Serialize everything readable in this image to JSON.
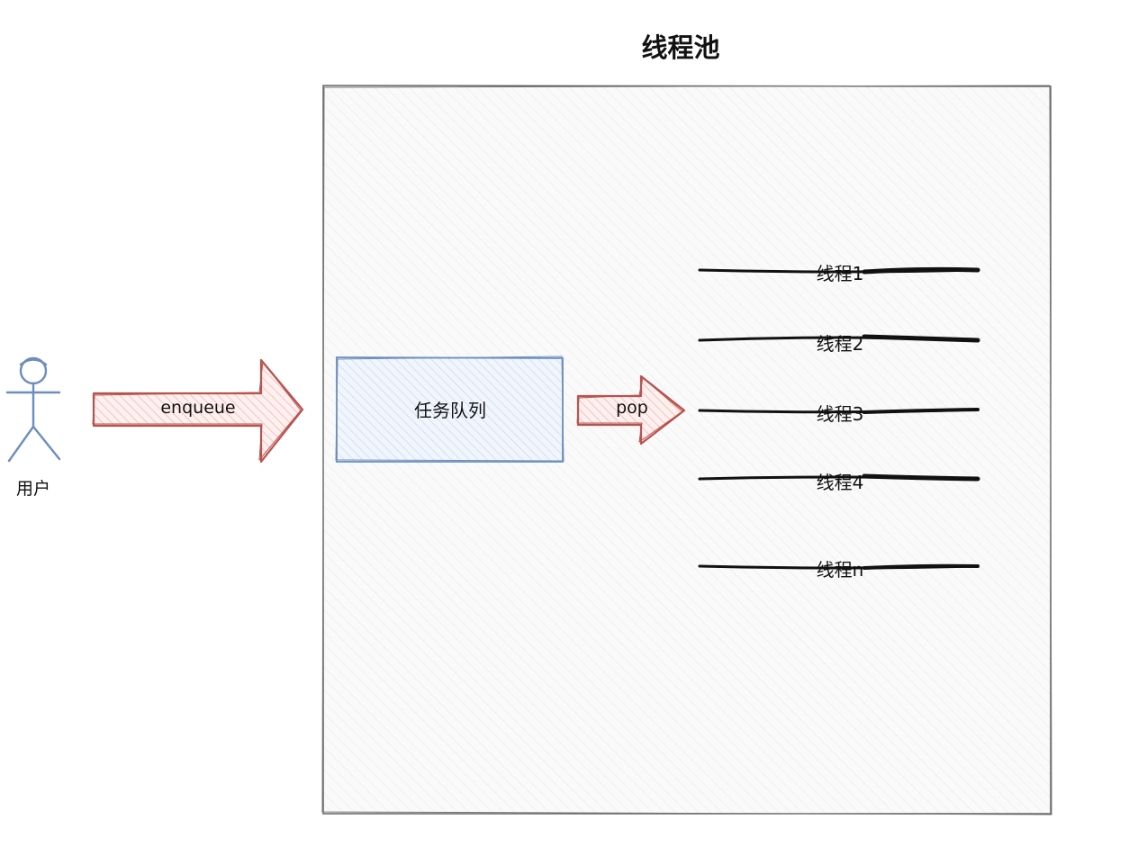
{
  "title": "线程池",
  "user": {
    "label": "用户"
  },
  "enqueue": {
    "label": "enqueue"
  },
  "queue": {
    "label": "任务队列"
  },
  "pop": {
    "label": "pop"
  },
  "threads": [
    "线程1",
    "线程2",
    "线程3",
    "线程4",
    "线程n"
  ],
  "colors": {
    "red_stroke": "#b85450",
    "red_fill": "#f8cecc",
    "blue_stroke": "#6c8ebf",
    "blue_fill": "#dae8fc",
    "pool_stroke": "#666666",
    "pool_fill": "#f5f5f5"
  }
}
